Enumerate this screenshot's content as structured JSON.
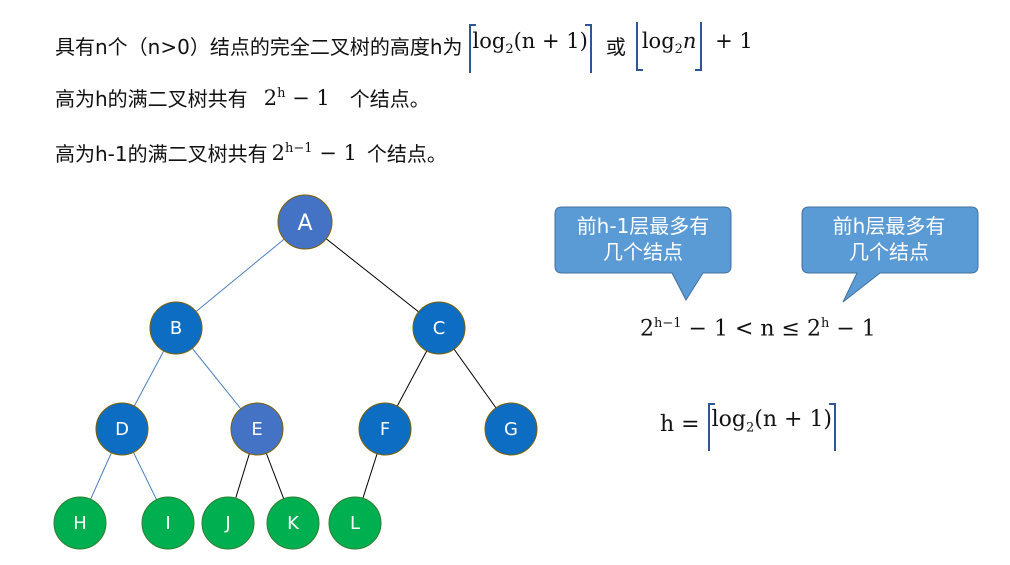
{
  "lines": {
    "line1_prefix": "具有n个（n>0）结点的完全二叉树的高度h为",
    "line1_ceil_log": "log",
    "line1_ceil_sub": "2",
    "line1_ceil_arg": "(n + 1)",
    "line1_or": "或",
    "line1_floor_log": "log",
    "line1_floor_sub": "2",
    "line1_floor_arg": "n",
    "line1_plus": "+ 1",
    "line2_prefix": "高为h的满二叉树共有",
    "line2_base": "2",
    "line2_exp": "h",
    "line2_minus": " − 1",
    "line2_suffix": "个结点。",
    "line3_prefix": "高为h-1的满二叉树共有",
    "line3_base": "2",
    "line3_exp": "h−1",
    "line3_minus": " − 1",
    "line3_suffix": "个结点。"
  },
  "tree": {
    "nodes": [
      {
        "id": "A",
        "label": "A",
        "color": "#4472c4"
      },
      {
        "id": "B",
        "label": "B",
        "color": "#0d6dc2"
      },
      {
        "id": "C",
        "label": "C",
        "color": "#0d6dc2"
      },
      {
        "id": "D",
        "label": "D",
        "color": "#0d6dc2"
      },
      {
        "id": "E",
        "label": "E",
        "color": "#4472c4"
      },
      {
        "id": "F",
        "label": "F",
        "color": "#0d6dc2"
      },
      {
        "id": "G",
        "label": "G",
        "color": "#0d6dc2"
      },
      {
        "id": "H",
        "label": "H",
        "color": "#00b050"
      },
      {
        "id": "I",
        "label": "I",
        "color": "#00b050"
      },
      {
        "id": "J",
        "label": "J",
        "color": "#00b050"
      },
      {
        "id": "K",
        "label": "K",
        "color": "#00b050"
      },
      {
        "id": "L",
        "label": "L",
        "color": "#00b050"
      }
    ],
    "edges": [
      [
        "A",
        "B",
        "blue"
      ],
      [
        "A",
        "C",
        "black"
      ],
      [
        "B",
        "D",
        "blue"
      ],
      [
        "B",
        "E",
        "blue"
      ],
      [
        "C",
        "F",
        "black"
      ],
      [
        "C",
        "G",
        "black"
      ],
      [
        "D",
        "H",
        "blue"
      ],
      [
        "D",
        "I",
        "blue"
      ],
      [
        "E",
        "J",
        "black"
      ],
      [
        "E",
        "K",
        "black"
      ],
      [
        "F",
        "L",
        "black"
      ]
    ]
  },
  "callouts": {
    "left_line1": "前h-1层最多有",
    "left_line2": "几个结点",
    "right_line1": "前h层最多有",
    "right_line2": "几个结点",
    "fill": "#5b9bd5"
  },
  "inequality": {
    "base1": "2",
    "exp1": "h−1",
    "mid": " − 1 < n ≤ ",
    "base2": "2",
    "exp2": "h",
    "end": " − 1"
  },
  "result": {
    "lhs": "h =",
    "log": "log",
    "sub": "2",
    "arg": "(n + 1)"
  }
}
